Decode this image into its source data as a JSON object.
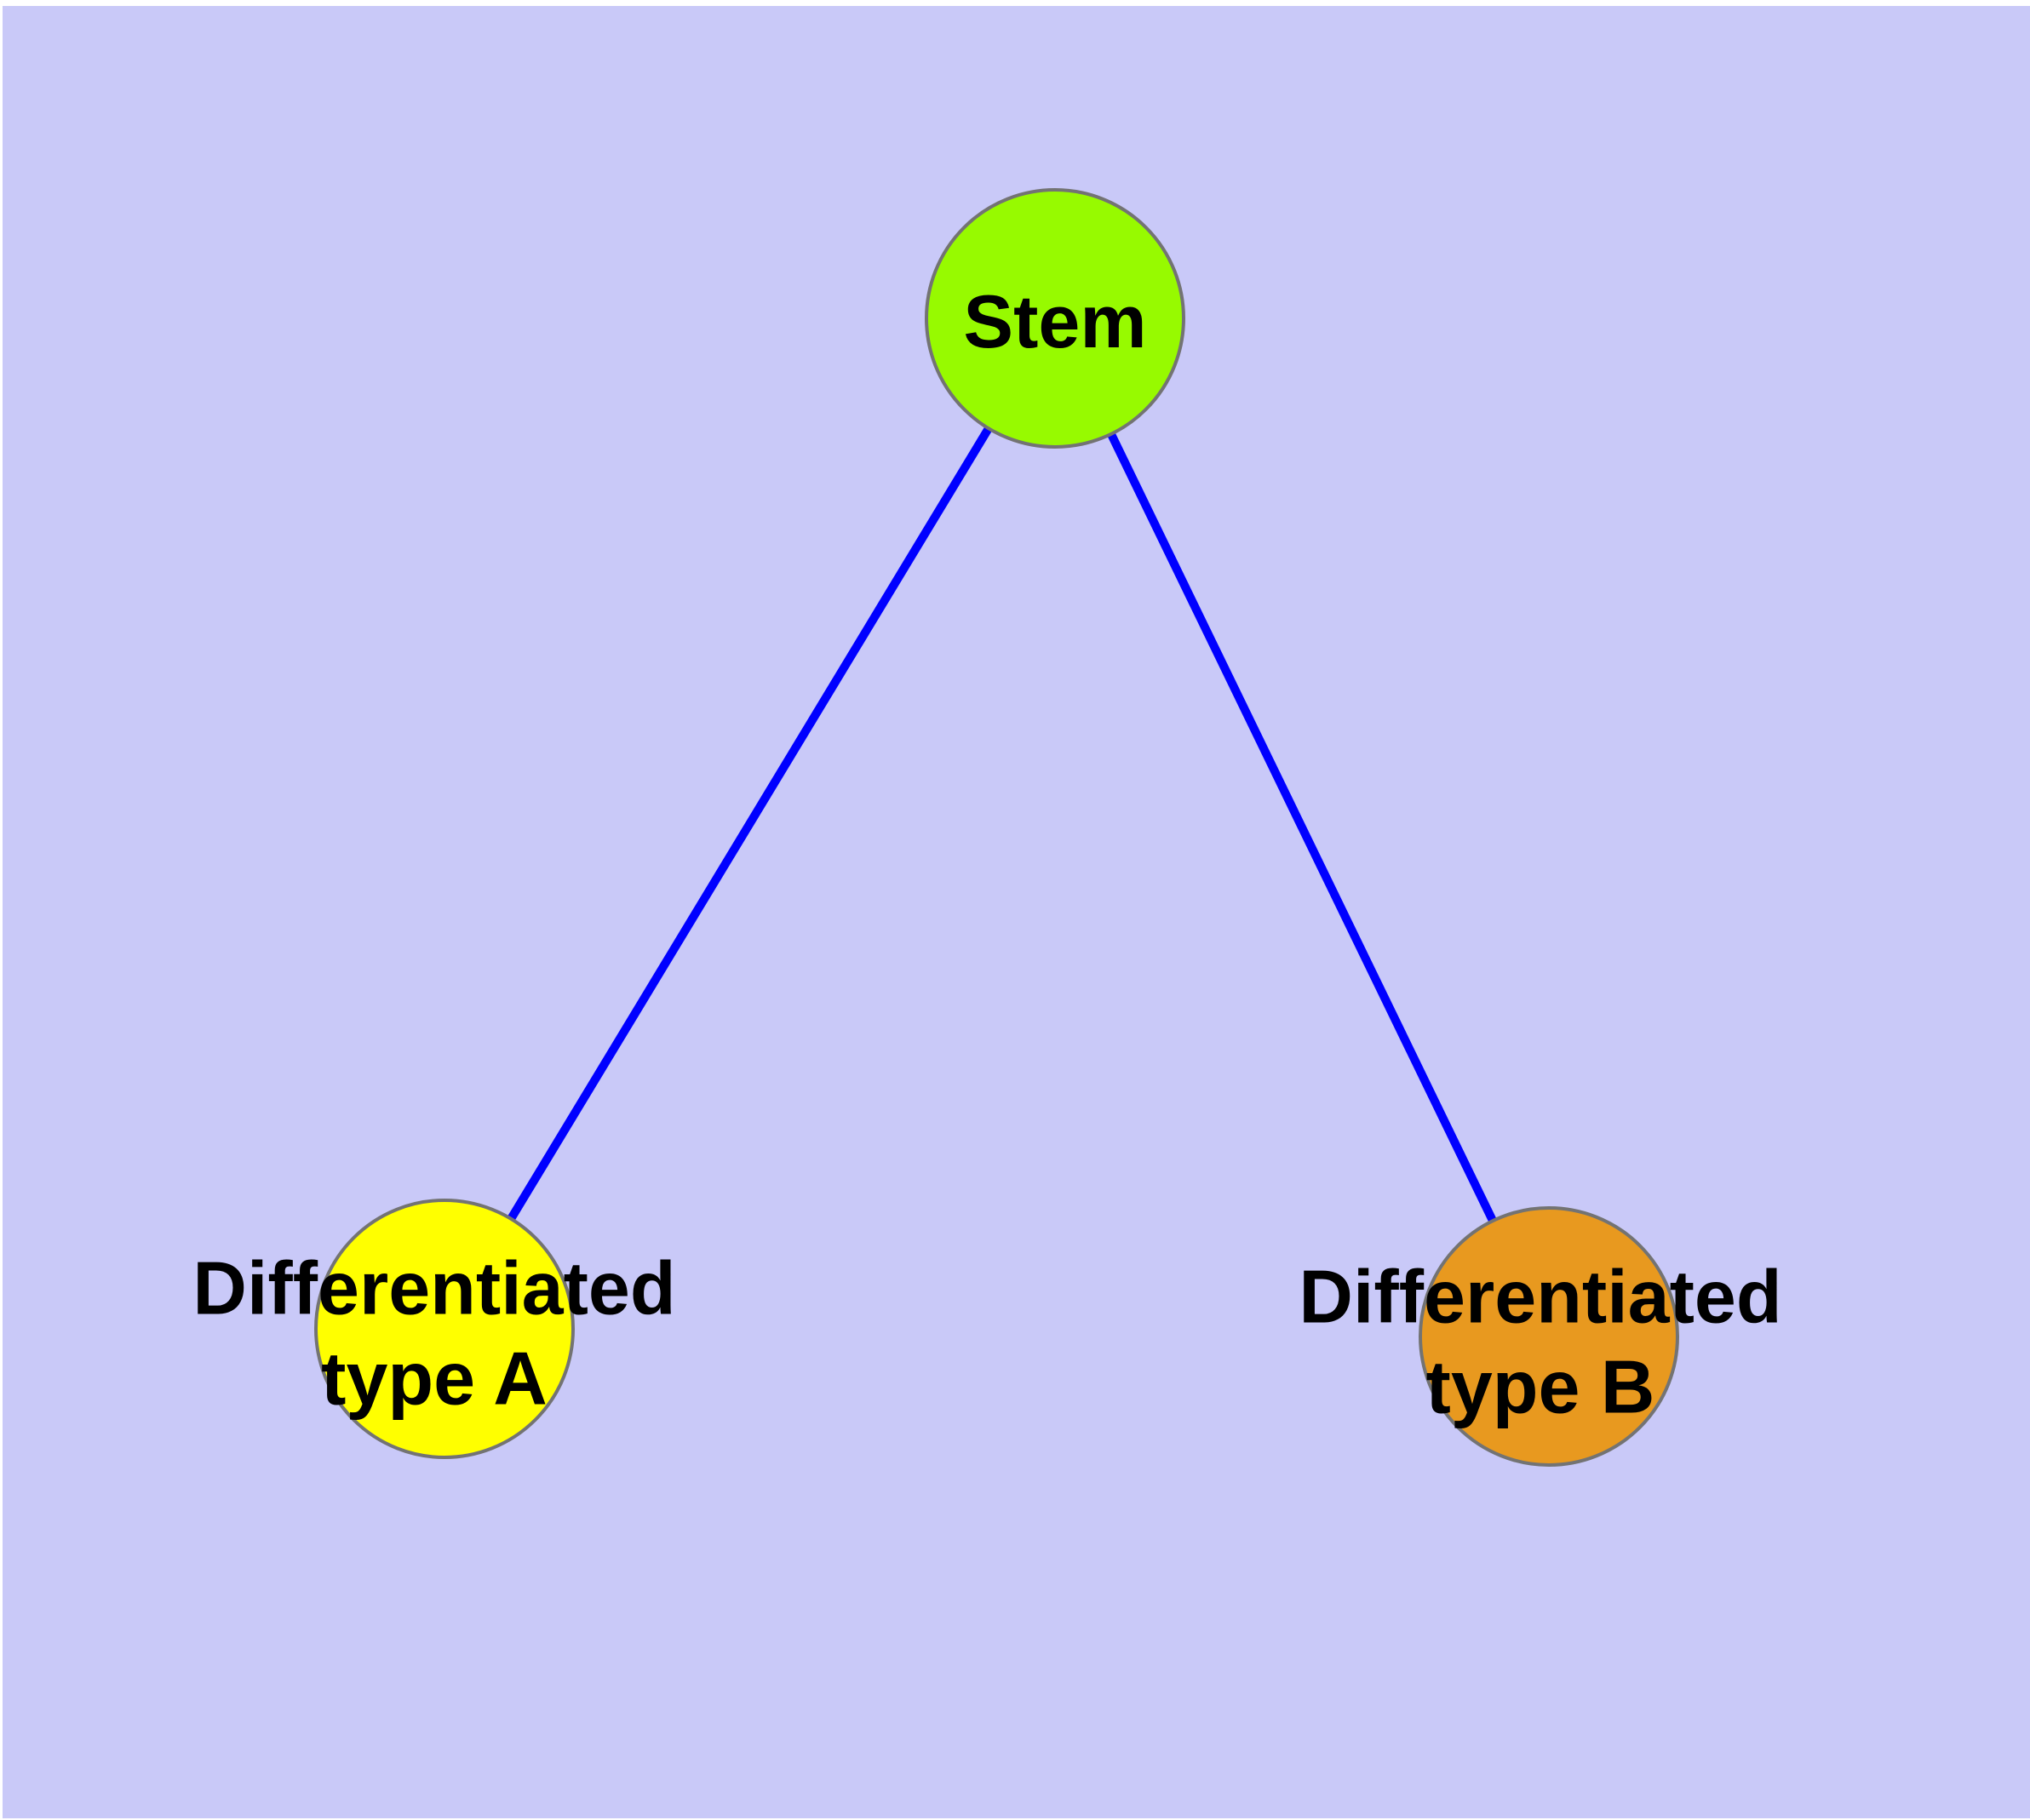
{
  "diagram": {
    "title": "",
    "type": "node-link-graph",
    "colors": {
      "background": "#C9C9F8",
      "frame": "#FFFFFF",
      "edge": "#0000FF",
      "node_border": "#737373",
      "label": "#000000"
    },
    "nodes": [
      {
        "id": "stem",
        "label": "Stem",
        "color": "#97FA00"
      },
      {
        "id": "diff-a",
        "label": "Differentiated\ntype A",
        "color": "#FFFF00"
      },
      {
        "id": "diff-b",
        "label": "Differentiated\ntype B",
        "color": "#E8991F"
      }
    ],
    "edges": [
      {
        "from": "stem",
        "to": "diff-a"
      },
      {
        "from": "stem",
        "to": "diff-b"
      }
    ]
  }
}
